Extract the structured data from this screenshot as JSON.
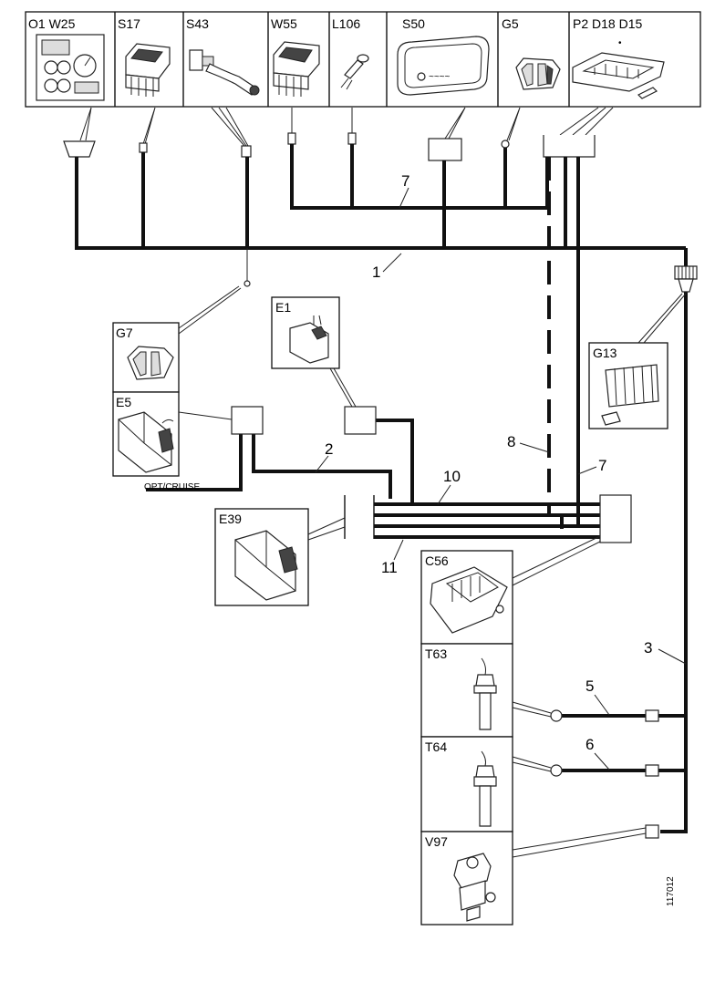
{
  "diagram": {
    "top_components": [
      {
        "id": "o1",
        "label": "O1 W25",
        "icon": "instrument-panel-icon"
      },
      {
        "id": "s17",
        "label": "S17",
        "icon": "switch-icon"
      },
      {
        "id": "s43",
        "label": "S43",
        "icon": "lever-switch-icon"
      },
      {
        "id": "w55",
        "label": "W55",
        "icon": "switch-icon"
      },
      {
        "id": "l106",
        "label": "L106",
        "icon": "bulb-icon"
      },
      {
        "id": "s50",
        "label": "S50",
        "icon": "control-panel-icon"
      },
      {
        "id": "g5",
        "label": "G5",
        "icon": "fuse-block-icon"
      },
      {
        "id": "p2",
        "label": "P2 D18 D15",
        "icon": "fuse-board-icon"
      }
    ],
    "side_components": [
      {
        "id": "g7",
        "label": "G7",
        "icon": "fuse-block-icon"
      },
      {
        "id": "e5",
        "label": "E5",
        "icon": "control-unit-icon"
      },
      {
        "id": "e1",
        "label": "E1",
        "icon": "relay-icon"
      },
      {
        "id": "g13",
        "label": "G13",
        "icon": "fuse-block-icon"
      },
      {
        "id": "e39",
        "label": "E39",
        "icon": "control-unit-icon"
      },
      {
        "id": "c56",
        "label": "C56",
        "icon": "cassette-unit-icon"
      },
      {
        "id": "t63",
        "label": "T63",
        "icon": "sensor-icon"
      },
      {
        "id": "t64",
        "label": "T64",
        "icon": "sensor-icon"
      },
      {
        "id": "v97",
        "label": "V97",
        "icon": "valve-icon"
      }
    ],
    "wire_numbers": {
      "w1": "1",
      "w2": "2",
      "w3": "3",
      "w5": "5",
      "w6": "6",
      "w7a": "7",
      "w7b": "7",
      "w8": "8",
      "w10": "10",
      "w11": "11"
    },
    "option_label": "OPT/CRUISE",
    "reference_number": "117012"
  }
}
